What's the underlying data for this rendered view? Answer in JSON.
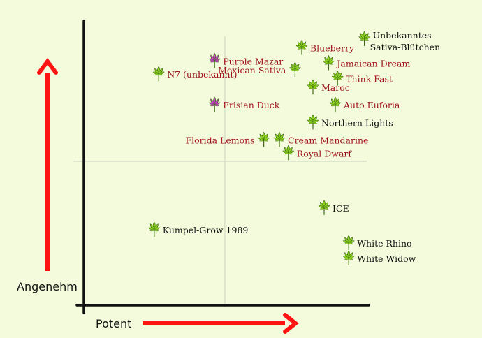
{
  "chart_data": {
    "type": "scatter",
    "title": "",
    "xlabel": "Potent",
    "ylabel": "Angenehm",
    "xlim": [
      0,
      10
    ],
    "ylim": [
      0,
      10
    ],
    "grid": "single center cross",
    "colors": {
      "red_label": "#a0121b",
      "dark_label": "#111111",
      "leaf_green": "#8ed41e",
      "leaf_purple": "#c43cc8",
      "arrow": "#ff1414",
      "axis": "#111111"
    },
    "points": [
      {
        "label": "Unbekanntes Sativa-Blütchen",
        "x": 10.8,
        "y": 10.0,
        "color": "dark",
        "leaf": "green",
        "side": "right"
      },
      {
        "label": "Blueberry",
        "x": 8.0,
        "y": 9.6,
        "color": "red",
        "leaf": "green",
        "side": "right"
      },
      {
        "label": "Purple Mazar",
        "x": 4.1,
        "y": 9.0,
        "color": "red",
        "leaf": "purple",
        "side": "right"
      },
      {
        "label": "Jamaican Dream",
        "x": 9.2,
        "y": 8.9,
        "color": "red",
        "leaf": "green",
        "side": "right"
      },
      {
        "label": "Mexican Sativa",
        "x": 7.7,
        "y": 8.6,
        "color": "red",
        "leaf": "green",
        "side": "left"
      },
      {
        "label": "N7 (unbekannt)",
        "x": 1.6,
        "y": 8.4,
        "color": "red",
        "leaf": "green",
        "side": "right"
      },
      {
        "label": "Think Fast",
        "x": 9.6,
        "y": 8.2,
        "color": "red",
        "leaf": "green",
        "side": "right"
      },
      {
        "label": "Maroc",
        "x": 8.5,
        "y": 7.8,
        "color": "red",
        "leaf": "green",
        "side": "right"
      },
      {
        "label": "Frisian Duck",
        "x": 4.1,
        "y": 7.0,
        "color": "red",
        "leaf": "purple",
        "side": "right"
      },
      {
        "label": "Auto Euforia",
        "x": 9.5,
        "y": 7.0,
        "color": "red",
        "leaf": "green",
        "side": "right"
      },
      {
        "label": "Northern Lights",
        "x": 8.5,
        "y": 6.2,
        "color": "dark",
        "leaf": "green",
        "side": "right"
      },
      {
        "label": "Florida Lemons",
        "x": 6.3,
        "y": 5.4,
        "color": "red",
        "leaf": "green",
        "side": "left"
      },
      {
        "label": "Cream Mandarine",
        "x": 7.0,
        "y": 5.4,
        "color": "red",
        "leaf": "green",
        "side": "right"
      },
      {
        "label": "Royal Dwarf",
        "x": 7.4,
        "y": 4.8,
        "color": "red",
        "leaf": "green",
        "side": "right"
      },
      {
        "label": "ICE",
        "x": 9.0,
        "y": 2.3,
        "color": "dark",
        "leaf": "green",
        "side": "right"
      },
      {
        "label": "Kumpel-Grow 1989",
        "x": 1.4,
        "y": 1.3,
        "color": "dark",
        "leaf": "green",
        "side": "right"
      },
      {
        "label": "White Rhino",
        "x": 10.1,
        "y": 0.7,
        "color": "dark",
        "leaf": "green",
        "side": "right"
      },
      {
        "label": "White Widow",
        "x": 10.1,
        "y": 0.0,
        "color": "dark",
        "leaf": "green",
        "side": "right"
      }
    ]
  }
}
